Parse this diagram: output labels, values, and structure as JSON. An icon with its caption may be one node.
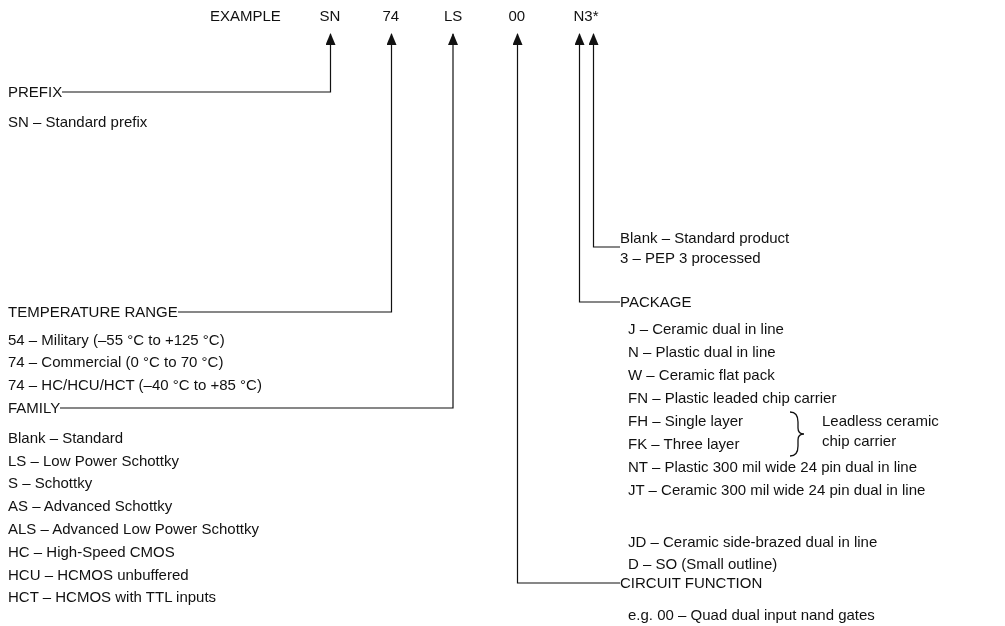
{
  "diagram": {
    "nodes": [
      {
        "text": [
          "SN"
        ]
      },
      {
        "text": [
          "74"
        ]
      },
      {
        "text": [
          "LS"
        ]
      },
      {
        "text": [
          "00"
        ]
      },
      {
        "text": [
          "N3*"
        ]
      },
      {
        "text": [
          "PREFIX"
        ]
      },
      {
        "text": [
          "TEMPERATURE RANGE"
        ]
      },
      {
        "text": [
          "FAMILY"
        ]
      },
      {
        "text": [
          "Blank – Standard product",
          "3 – PEP 3 processed"
        ]
      },
      {
        "text": [
          "PACKAGE"
        ]
      },
      {
        "text": [
          "CIRCUIT FUNCTION"
        ]
      }
    ],
    "edges": [
      {
        "from": 5,
        "to": 0,
        "arrow": "to"
      },
      {
        "from": 6,
        "to": 1,
        "arrow": "to"
      },
      {
        "from": 7,
        "to": 2,
        "arrow": "to"
      },
      {
        "from": 10,
        "to": 3,
        "arrow": "to"
      },
      {
        "from": 9,
        "to": 4,
        "arrow": "to"
      },
      {
        "from": 8,
        "to": 4,
        "arrow": "to"
      }
    ],
    "labels": [
      "EXAMPLE",
      "SN – Standard prefix",
      "54 – Military (–55 °C to +125 °C)",
      "74 – Commercial (0 °C to 70 °C)",
      "74 – HC/HCU/HCT (–40 °C to +85 °C)",
      "Blank – Standard",
      "LS – Low Power Schottky",
      "S – Schottky",
      "AS – Advanced Schottky",
      "ALS – Advanced Low Power Schottky",
      "HC – High-Speed CMOS",
      "HCU – HCMOS unbuffered",
      "HCT – HCMOS with TTL inputs",
      "J – Ceramic dual in line",
      "N – Plastic dual in line",
      "W – Ceramic flat pack",
      "FN – Plastic leaded chip carrier",
      "FH – Single layer",
      "FK – Three layer",
      "Leadless ceramic chip carrier",
      "NT – Plastic 300 mil wide 24 pin dual in line",
      "JT – Ceramic 300 mil wide 24 pin dual in line",
      "JD – Ceramic side-brazed dual in line",
      "D – SO (Small outline)",
      "e.g. 00 – Quad dual input nand gates"
    ]
  }
}
